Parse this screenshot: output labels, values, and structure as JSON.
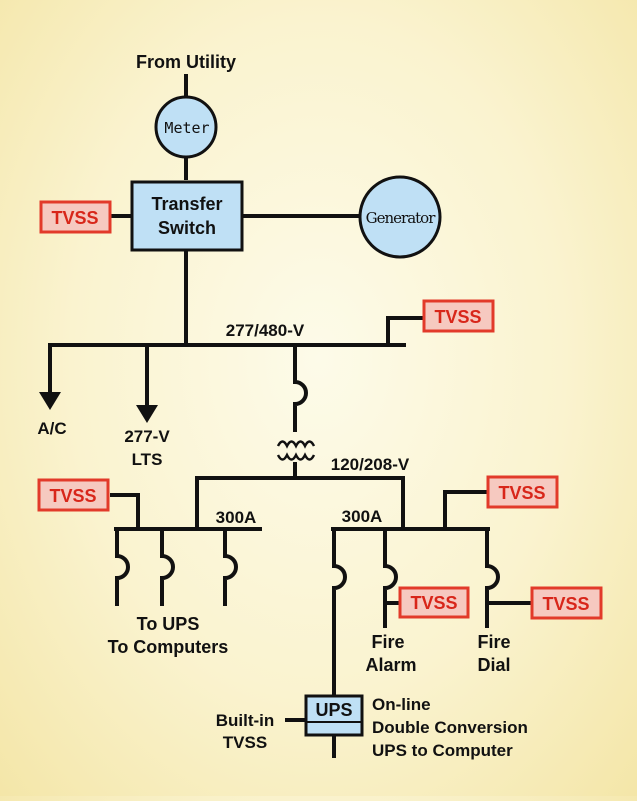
{
  "source": {
    "label": "From Utility"
  },
  "meter": {
    "label": "Meter"
  },
  "transfer_switch": {
    "line1": "Transfer",
    "line2": "Switch"
  },
  "generator": {
    "label": "Generator"
  },
  "tvss_label": "TVSS",
  "main_bus": {
    "voltage": "277/480-V"
  },
  "loads": {
    "ac": "A/C",
    "lts_line1": "277-V",
    "lts_line2": "LTS"
  },
  "secondary_bus": {
    "voltage": "120/208-V"
  },
  "panel_left": {
    "rating": "300A",
    "caption_line1": "To UPS",
    "caption_line2": "To Computers"
  },
  "panel_right": {
    "rating": "300A"
  },
  "fire_alarm": {
    "line1": "Fire",
    "line2": "Alarm"
  },
  "fire_dial": {
    "line1": "Fire",
    "line2": "Dial"
  },
  "ups": {
    "label": "UPS",
    "builtin_line1": "Built-in",
    "builtin_line2": "TVSS",
    "desc_line1": "On-line",
    "desc_line2": "Double Conversion",
    "desc_line3": "UPS to Computer"
  },
  "colors": {
    "line": "#111111",
    "box_fill": "#bfe0f5",
    "tvss_fill": "#f6c9c0",
    "tvss_border": "#e23a2a",
    "tvss_text": "#d8261a"
  }
}
